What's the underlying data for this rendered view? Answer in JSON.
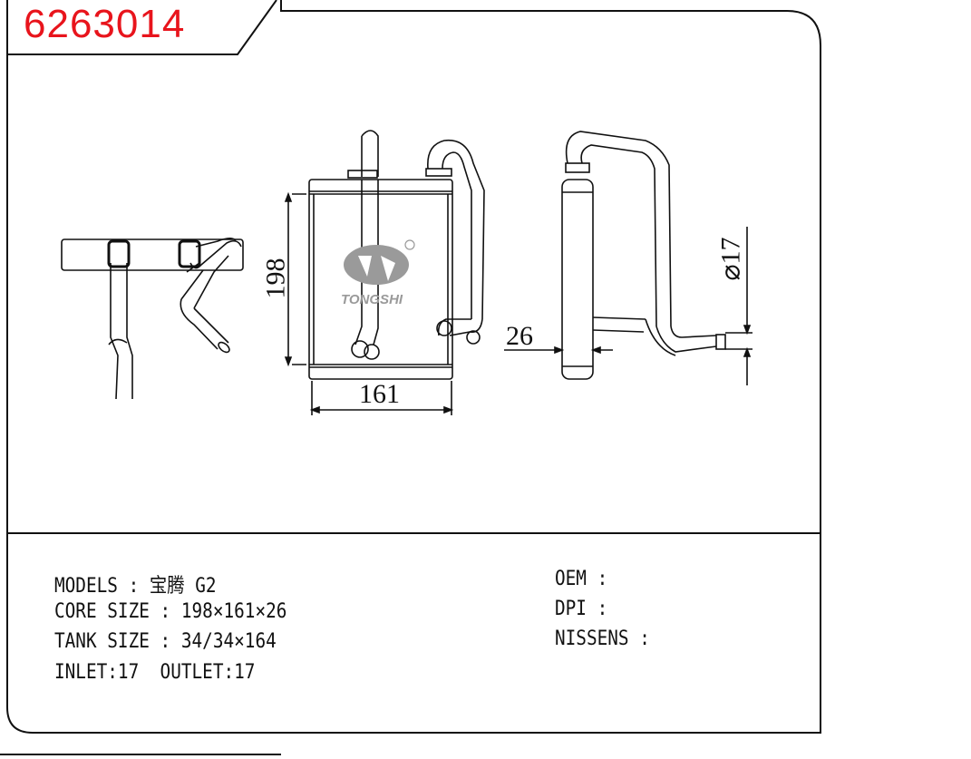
{
  "header": {
    "part_number": "6263014",
    "part_number_color": "#e8141c"
  },
  "drawing": {
    "dimensions": {
      "height": "198",
      "width": "161",
      "depth": "26",
      "pipe_diameter": "⌀17"
    },
    "logo": {
      "brand": "TONGSHI",
      "registered": "®"
    }
  },
  "specs": {
    "left": [
      "MODELS : 宝腾 G2",
      "CORE SIZE : 198×161×26",
      "TANK SIZE : 34/34×164",
      "INLET:17  OUTLET:17"
    ],
    "right": [
      "OEM :",
      "DPI :",
      "NISSENS :"
    ]
  }
}
